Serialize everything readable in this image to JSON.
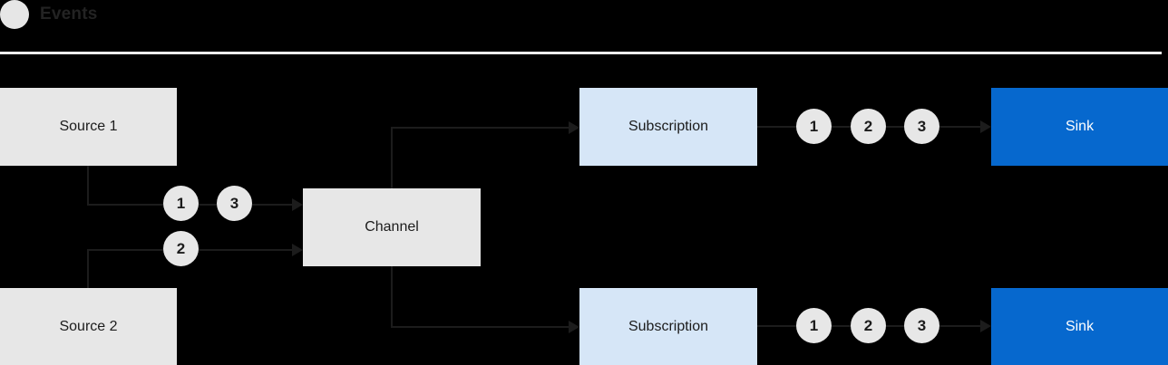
{
  "header": {
    "bullet_icon": "filled-circle-icon",
    "title": "Events",
    "divider": "horizontal-rule"
  },
  "colors": {
    "background": "#000000",
    "source_box": "#e7e7e7",
    "channel_box": "#e7e7e7",
    "subscription_box": "#d6e6f7",
    "sink_box": "#0668ce",
    "sink_text": "#ffffff",
    "bubble_fill": "#e7e7e7",
    "connector": "#1c1c1c",
    "header_title": "#232323",
    "divider": "#ededed"
  },
  "diagram": {
    "nodes": {
      "source_1": "Source 1",
      "source_2": "Source 2",
      "channel": "Channel",
      "subscription_top": "Subscription",
      "subscription_bottom": "Subscription",
      "sink_top": "Sink",
      "sink_bottom": "Sink"
    },
    "event_bubbles": {
      "source1_to_channel": [
        "1",
        "3"
      ],
      "source2_to_channel": [
        "2"
      ],
      "subscription_top_to_sink": [
        "1",
        "2",
        "3"
      ],
      "subscription_bottom_to_sink": [
        "1",
        "2",
        "3"
      ]
    }
  }
}
